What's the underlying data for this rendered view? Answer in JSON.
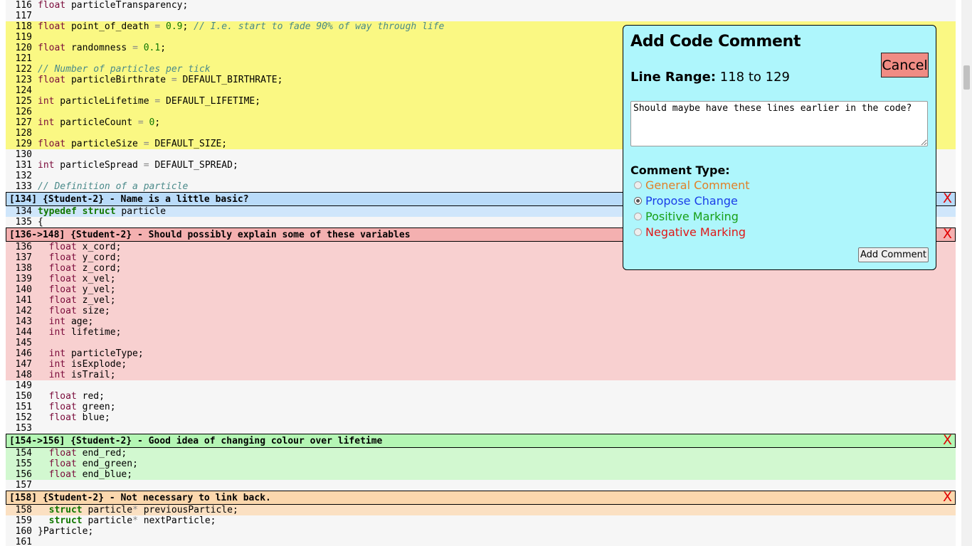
{
  "code_lines": {
    "l116": {
      "num": "116",
      "type": "float",
      "name": " particleTransparency;"
    },
    "l117": {
      "num": "117"
    },
    "l118": {
      "num": "118",
      "type": "float",
      "name": " point_of_death ",
      "eq": "=",
      "val": " 0.9",
      "semi": "; ",
      "comment": "// I.e. start to fade 90% of way through life"
    },
    "l119": {
      "num": "119"
    },
    "l120": {
      "num": "120",
      "type": "float",
      "name": " randomness ",
      "eq": "=",
      "val": " 0.1",
      "semi": ";"
    },
    "l121": {
      "num": "121"
    },
    "l122": {
      "num": "122",
      "comment": "// Number of particles per tick"
    },
    "l123": {
      "num": "123",
      "type": "float",
      "name": " particleBirthrate ",
      "eq": "=",
      "rest": " DEFAULT_BIRTHRATE;"
    },
    "l124": {
      "num": "124"
    },
    "l125": {
      "num": "125",
      "type": "int",
      "name": " particleLifetime ",
      "eq": "=",
      "rest": " DEFAULT_LIFETIME;"
    },
    "l126": {
      "num": "126"
    },
    "l127": {
      "num": "127",
      "type": "int",
      "name": " particleCount ",
      "eq": "=",
      "val": " 0",
      "semi": ";"
    },
    "l128": {
      "num": "128"
    },
    "l129": {
      "num": "129",
      "type": "float",
      "name": " particleSize ",
      "eq": "=",
      "rest": " DEFAULT_SIZE;"
    },
    "l130": {
      "num": "130"
    },
    "l131": {
      "num": "131",
      "type": "int",
      "name": " particleSpread ",
      "eq": "=",
      "rest": " DEFAULT_SPREAD;"
    },
    "l132": {
      "num": "132"
    },
    "l133": {
      "num": "133",
      "comment": "// Definition of a particle"
    },
    "l134": {
      "num": "134",
      "kw1": "typedef",
      "kw2": "struct",
      "rest": " particle"
    },
    "l135": {
      "num": "135",
      "rest": "{"
    },
    "l136": {
      "num": "136",
      "type": "float",
      "name": " x_cord;"
    },
    "l137": {
      "num": "137",
      "type": "float",
      "name": " y_cord;"
    },
    "l138": {
      "num": "138",
      "type": "float",
      "name": " z_cord;"
    },
    "l139": {
      "num": "139",
      "type": "float",
      "name": " x_vel;"
    },
    "l140": {
      "num": "140",
      "type": "float",
      "name": " y_vel;"
    },
    "l141": {
      "num": "141",
      "type": "float",
      "name": " z_vel;"
    },
    "l142": {
      "num": "142",
      "type": "float",
      "name": " size;"
    },
    "l143": {
      "num": "143",
      "type": "int",
      "name": " age;"
    },
    "l144": {
      "num": "144",
      "type": "int",
      "name": " lifetime;"
    },
    "l145": {
      "num": "145"
    },
    "l146": {
      "num": "146",
      "type": "int",
      "name": " particleType;"
    },
    "l147": {
      "num": "147",
      "type": "int",
      "name": " isExplode;"
    },
    "l148": {
      "num": "148",
      "type": "int",
      "name": " isTrail;"
    },
    "l149": {
      "num": "149"
    },
    "l150": {
      "num": "150",
      "type": "float",
      "name": " red;"
    },
    "l151": {
      "num": "151",
      "type": "float",
      "name": " green;"
    },
    "l152": {
      "num": "152",
      "type": "float",
      "name": " blue;"
    },
    "l153": {
      "num": "153"
    },
    "l154": {
      "num": "154",
      "type": "float",
      "name": " end_red;"
    },
    "l155": {
      "num": "155",
      "type": "float",
      "name": " end_green;"
    },
    "l156": {
      "num": "156",
      "type": "float",
      "name": " end_blue;"
    },
    "l157": {
      "num": "157"
    },
    "l158": {
      "num": "158",
      "kw2": "struct",
      "name": " particle",
      "star": "*",
      "rest": " previousParticle;"
    },
    "l159": {
      "num": "159",
      "kw2": "struct",
      "name": " particle",
      "star": "*",
      "rest": " nextParticle;"
    },
    "l160": {
      "num": "160",
      "rest": "}Particle;"
    },
    "l161": {
      "num": "161"
    }
  },
  "comments": {
    "c134": {
      "text": "[134] {Student-2} - Name is a little basic?",
      "delete": "X",
      "color": "#b9dbf9"
    },
    "c136": {
      "text": "[136->148] {Student-2} - Should possibly explain some of these variables",
      "delete": "X",
      "color": "#f4b0b0"
    },
    "c154": {
      "text": "[154->156] {Student-2} - Good idea of changing colour over lifetime",
      "delete": "X",
      "color": "#b4f6b4"
    },
    "c158": {
      "text": "[158] {Student-2} - Not necessary to link back.",
      "delete": "X",
      "color": "#fbd7ad"
    }
  },
  "dialog": {
    "title": "Add Code Comment",
    "cancel": "Cancel",
    "range_label": "Line Range:",
    "range_value": "118 to 129",
    "comment_text": "Should maybe have these lines earlier in the code?",
    "type_label": "Comment Type:",
    "options": [
      {
        "label": "General Comment",
        "color": "#e08028",
        "checked": false
      },
      {
        "label": "Propose Change",
        "color": "#1a3ee8",
        "checked": true
      },
      {
        "label": "Positive Marking",
        "color": "#18a018",
        "checked": false
      },
      {
        "label": "Negative Marking",
        "color": "#e01818",
        "checked": false
      }
    ],
    "add_button": "Add Comment",
    "background": "#aef6fc"
  },
  "colors": {
    "selection_highlight": "#faf883",
    "code_background": "#f6f6f6",
    "type_keyword": "#7a0a3a",
    "struct_keyword": "#117700",
    "comment_text": "#4a8a8a",
    "delete_x": "#e00000"
  }
}
